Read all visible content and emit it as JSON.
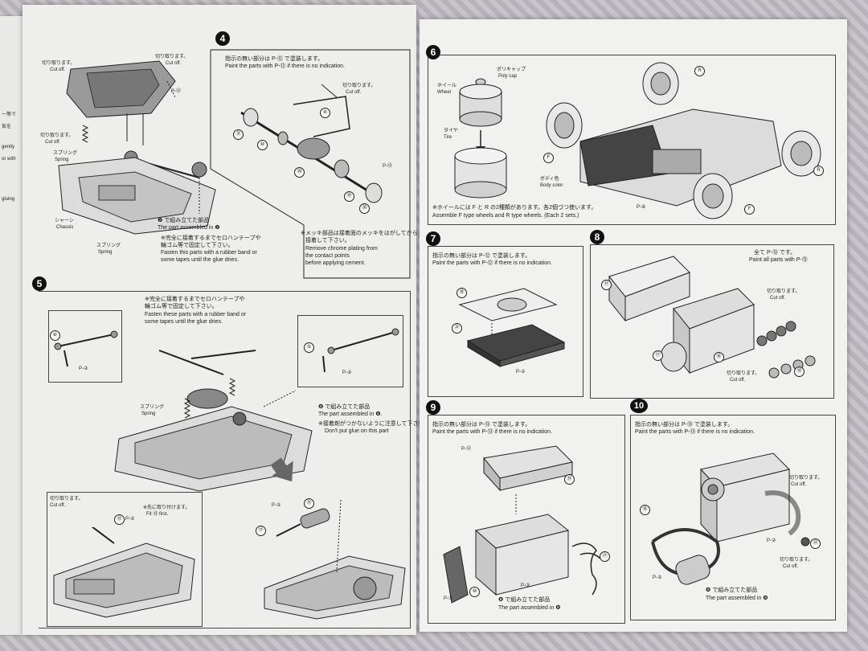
{
  "left": {
    "step3": {
      "labels": {
        "cutoff_jp": "切り取ります。",
        "cutoff_en": "Cut off.",
        "cutoff_jp2": "切り取ります。",
        "cutoff_en2": "Cut off.",
        "cutoff_jp3": "切り取ります。",
        "cutoff_en3": "Cut off.",
        "spring_jp": "スプリング",
        "spring_en": "Spring",
        "chassis_jp": "シャーシ",
        "chassis_en": "Chassis",
        "spring2_jp": "スプリング",
        "spring2_en": "Spring",
        "part12": "P-⑫",
        "assembled_jp": "❷ で組み立てた部品",
        "assembled_en": "The part assembled in ❷",
        "note_jp1": "※完全に接着するまでセロハンテープや",
        "note_jp2": "輪ゴム等で固定して下さい。",
        "note_en1": "Fasten this parts with a rubber band or",
        "note_en2": "some tapes until the glue dries."
      },
      "edge_texts": [
        "ー等で",
        "気を",
        "gently",
        "or with",
        "gluing"
      ]
    },
    "step4": {
      "num": "4",
      "paint_jp": "指示の無い部分は P-⑫ で塗装します。",
      "paint_en": "Paint the parts with P-⑫ if there is no indication.",
      "cutoff_jp": "切り取ります。",
      "cutoff_en": "Cut off.",
      "part_nums": [
        "④",
        "㉛",
        "⑩",
        "⑳",
        "⑲",
        "㉚"
      ],
      "part_ref": "P-⑫",
      "chrome_jp1": "※メッキ部品は接着面のメッキをはがしてから",
      "chrome_jp2": "接着して下さい。",
      "chrome_en1": "Remove chrome plating from",
      "chrome_en2": "the contact points",
      "chrome_en3": "before applying cement."
    },
    "step5": {
      "num": "5",
      "note_jp1": "※完全に接着するまでセロハンテープや",
      "note_jp2": "輪ゴム等で固定して下さい。",
      "note_en1": "Fasten these parts with a rubber band or",
      "note_en2": "some tapes until the glue dries.",
      "spring_jp": "スプリング",
      "spring_en": "Spring",
      "assembled_jp": "❹ で組み立てた部品",
      "assembled_en": "The part assembled in ❹.",
      "glue_jp": "※接着剤がつかないように注意して下さい。",
      "glue_en": "Don't put glue on this part",
      "part_nums": [
        "⑥",
        "⑤",
        "⑬",
        "㊲",
        "⑰"
      ],
      "part_ref": "P-②",
      "cutoff_jp": "切り取ります。",
      "cutoff_en": "Cut off.",
      "fit_jp": "※先に取り付けます。",
      "fit_en": "Fit ⑬ first."
    }
  },
  "right": {
    "step6": {
      "num": "6",
      "polycap_jp": "ポリキャップ",
      "polycap_en": "Poly cap",
      "wheel_jp": "ホイール",
      "wheel_en": "Wheel",
      "tire_jp": "タイヤ",
      "tire_en": "Tire",
      "body_jp": "ボディ色",
      "body_en": "Body color",
      "f_label": "F",
      "r_label": "R",
      "note_jp": "※ホイールには F と R の2種類があります。各2個づつ使います。",
      "note_en": "Assemble F type wheels and R type wheels. (Each 2 sets.)",
      "part_ref": "P-⑧"
    },
    "step7": {
      "num": "7",
      "paint_jp": "指示の無い部分は P-⑫ で塗装します。",
      "paint_en": "Paint the parts with P-⑫ if there is no indication.",
      "part_nums": [
        "⑱",
        "㉑"
      ],
      "part_ref": "P-②"
    },
    "step8": {
      "num": "8",
      "paint_jp": "全て P-⑬ です。",
      "paint_en": "Paint all parts with P-⑬",
      "cutoff_jp": "切り取ります。",
      "cutoff_en": "Cut off.",
      "cutoff_jp2": "切り取ります。",
      "cutoff_en2": "Cut off.",
      "part_nums": [
        "⑰",
        "⑪",
        "⑯",
        "⑱"
      ]
    },
    "step9": {
      "num": "9",
      "paint_jp": "指示の無い部分は P-⑬ で塗装します。",
      "paint_en": "Paint the parts with P-⑬ if there is no indication.",
      "part_ref_top": "P-⑫",
      "part_ref": "P-②",
      "part_nums": [
        "⑮",
        "⑰",
        "⑩"
      ],
      "assembled_jp": "❽ で組み立てた部品",
      "assembled_en": "The part assembled in ❽"
    },
    "step10": {
      "num": "10",
      "paint_jp": "指示の無い部分は P-⑬ で塗装します。",
      "paint_en": "Paint the parts with P-⑬ if there is no indication.",
      "cutoff_jp": "切り取ります。",
      "cutoff_en": "Cut off.",
      "cutoff_jp2": "切り取ります。",
      "cutoff_en2": "Cut off.",
      "part_nums": [
        "⑯",
        "⑫"
      ],
      "part_ref": "P-②",
      "assembled_jp": "❾ で組み立てた部品",
      "assembled_en": "The part assembled in ❾"
    }
  }
}
